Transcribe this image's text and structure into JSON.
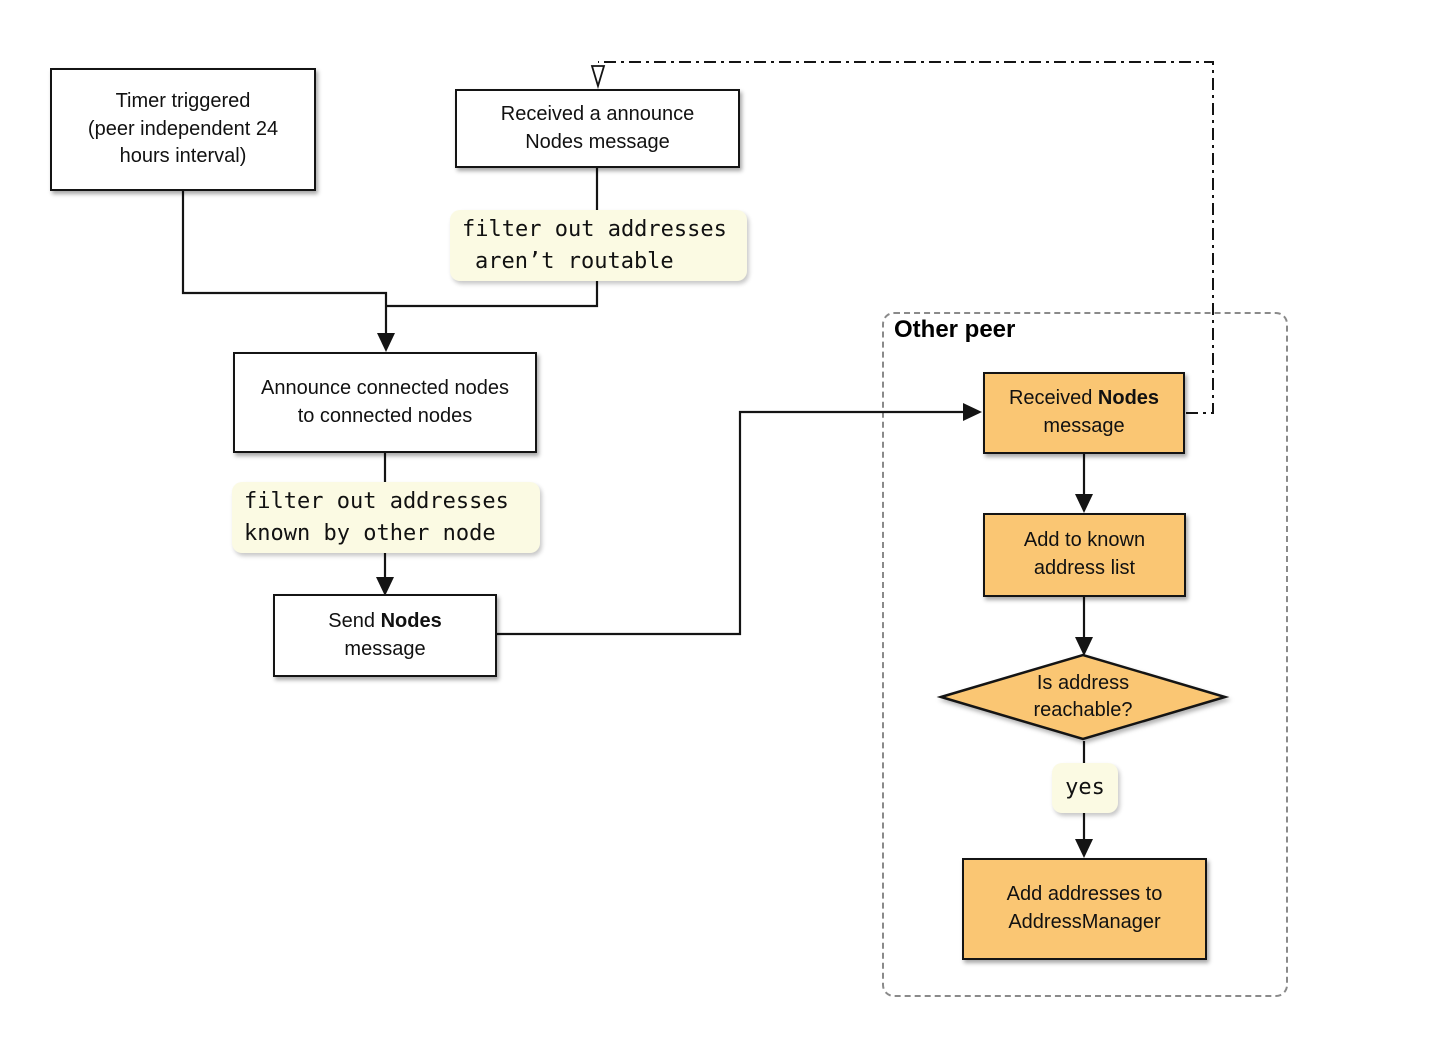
{
  "colors": {
    "process_fill": "#FFFFFF",
    "peer_process_fill": "#FAC673",
    "note_fill": "#FBFAE3",
    "line": "#141414",
    "group_border": "#8A8A8A"
  },
  "nodes": {
    "timer": {
      "text": "Timer triggered\n(peer independent 24\nhours interval)"
    },
    "received_announce": {
      "text": "Received a announce\nNodes message"
    },
    "note_routable": {
      "line1": "filter out addresses",
      "line2": "aren’t routable"
    },
    "announce": {
      "text": "Announce connected nodes\nto connected nodes"
    },
    "note_known": {
      "line1": "filter out addresses",
      "line2": "known by other node"
    },
    "send": {
      "prefix": "Send",
      "bold": "Nodes",
      "line2": "message"
    },
    "other_peer": {
      "label": "Other peer"
    },
    "received_nodes": {
      "prefix": "Received",
      "bold": "Nodes",
      "line2": "message"
    },
    "add_known": {
      "text": "Add to known\naddress list"
    },
    "decision": {
      "text": "Is address\nreachable?"
    },
    "yes_label": {
      "text": "yes"
    },
    "add_manager": {
      "text": "Add addresses to\nAddressManager"
    }
  }
}
